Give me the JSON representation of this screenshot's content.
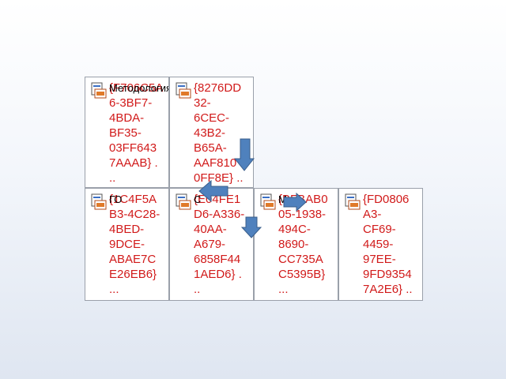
{
  "table": {
    "row1": [
      {
        "overlay": "Методология",
        "text": "{F706C5A\n6-3BF7-\n4BDA-\nBF35-\n03FF643\n7AAAB} .\n.."
      },
      {
        "overlay": "",
        "text": "{8276DD\n32-\n6CEC-\n43B2-\nB65A-\nAAF810\n0FF8E} ..\n."
      }
    ],
    "row2": [
      {
        "overlay": "ГО",
        "text": "{1C4F5A\nB3-4C28-\n4BED-\n9DCE-\nABAE7C\nE26EB6}\n..."
      },
      {
        "overlay": "С",
        "text": "{E04FE1\nD6-A336-\n40AA-\nA679-\n6858F44\n1AED6} .\n.."
      },
      {
        "overlay": "М",
        "text": "{BFBAB0\n05-1938-\n494C-\n8690-\nCC735A\nC5395B}\n..."
      },
      {
        "overlay": "",
        "text": "{FD0806\nA3-\nCF69-\n4459-\n97EE-\n9FD9354\n7A2E6} ..\n."
      }
    ]
  },
  "colors": {
    "cell_text": "#d11a1a",
    "arrow_fill": "#4f81bd",
    "arrow_stroke": "#385d8a",
    "border": "#9aa0aa"
  },
  "icons": [
    "ole-object-icon"
  ]
}
